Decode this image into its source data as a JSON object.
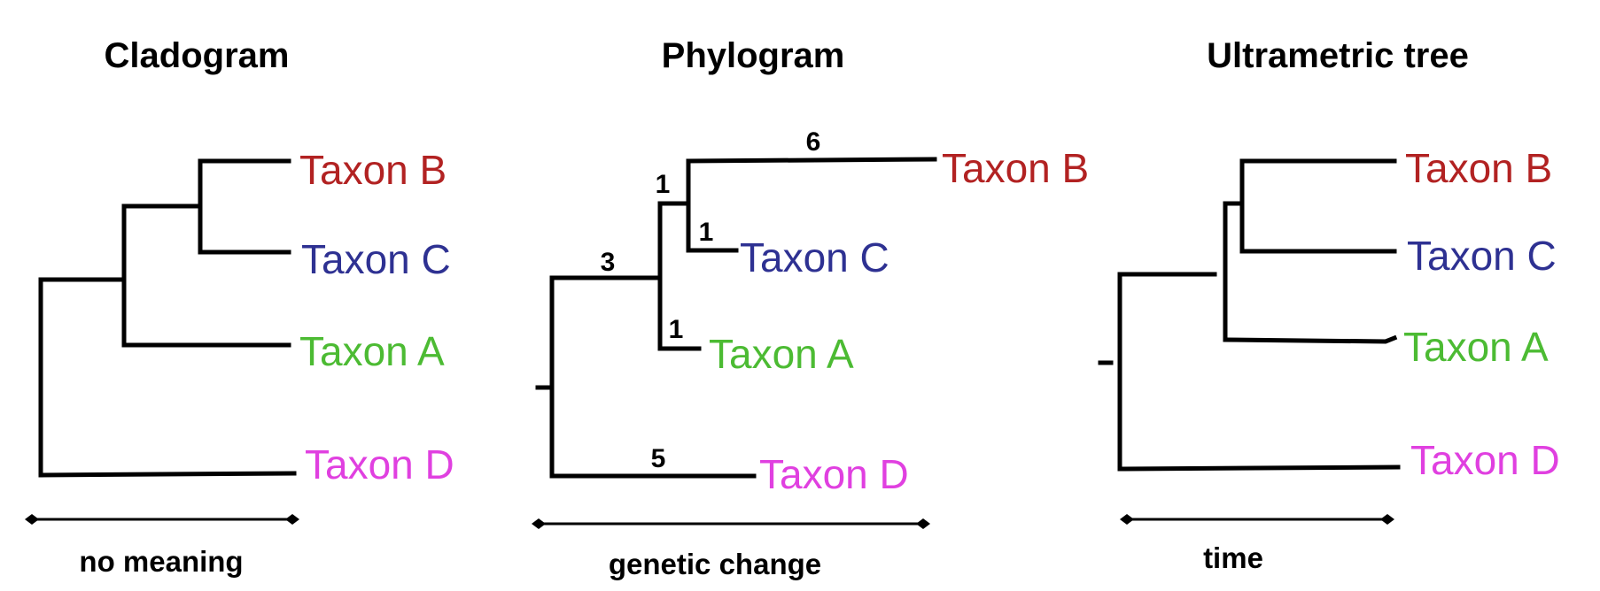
{
  "colors": {
    "taxon_b": "#b22222",
    "taxon_c": "#2e3192",
    "taxon_a": "#4cbb33",
    "taxon_d": "#e040e0",
    "line": "#000000"
  },
  "trees": [
    {
      "title": "Cladogram",
      "scale_label": "no meaning",
      "taxa": {
        "b": "Taxon B",
        "c": "Taxon C",
        "a": "Taxon A",
        "d": "Taxon D"
      },
      "branch_lengths": {}
    },
    {
      "title": "Phylogram",
      "scale_label": "genetic change",
      "taxa": {
        "b": "Taxon B",
        "c": "Taxon C",
        "a": "Taxon A",
        "d": "Taxon D"
      },
      "branch_lengths": {
        "b": "6",
        "bc": "1",
        "c": "1",
        "abc": "3",
        "a": "1",
        "d": "5"
      }
    },
    {
      "title": "Ultrametric tree",
      "scale_label": "time",
      "taxa": {
        "b": "Taxon B",
        "c": "Taxon C",
        "a": "Taxon A",
        "d": "Taxon D"
      },
      "branch_lengths": {}
    }
  ]
}
